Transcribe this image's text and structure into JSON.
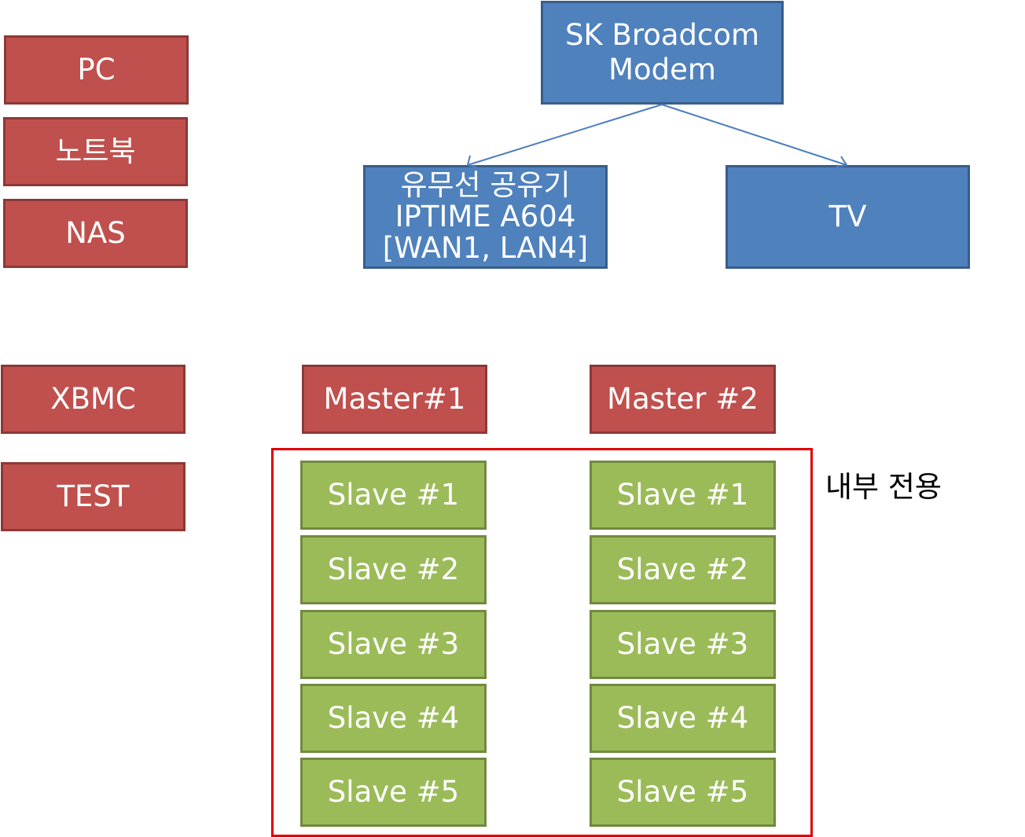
{
  "devices": {
    "pc": "PC",
    "notebook": "노트북",
    "nas": "NAS",
    "xbmc": "XBMC",
    "test": "TEST"
  },
  "network": {
    "modem": [
      "SK Broadcom",
      "Modem"
    ],
    "router": [
      "유무선 공유기",
      "IPTIME A604",
      "[WAN1, LAN4]"
    ],
    "tv": "TV"
  },
  "cluster": {
    "master1": "Master#1",
    "master2": "Master #2",
    "slaves_left": [
      "Slave #1",
      "Slave #2",
      "Slave #3",
      "Slave #4",
      "Slave #5"
    ],
    "slaves_right": [
      "Slave #1",
      "Slave #2",
      "Slave #3",
      "Slave #4",
      "Slave #5"
    ],
    "group_label": "내부 전용"
  },
  "colors": {
    "device_fill": "#c0504d",
    "network_fill": "#4f81bd",
    "slave_fill": "#9bbb59",
    "group_border": "#e00000",
    "arrow": "#4a7ebb"
  }
}
